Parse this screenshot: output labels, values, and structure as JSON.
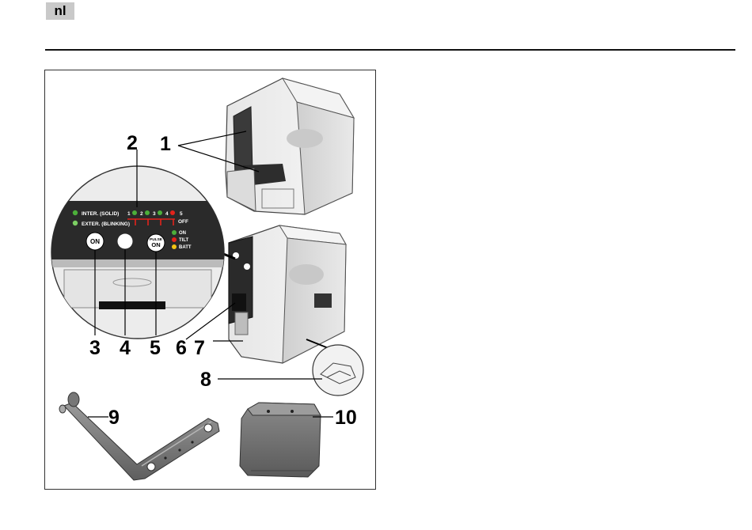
{
  "header": {
    "language_tab": "nl"
  },
  "figure": {
    "callouts": [
      "1",
      "2",
      "3",
      "4",
      "5",
      "6",
      "7",
      "8",
      "9",
      "10"
    ],
    "panel": {
      "inter_label": "INTER. (SOLID)",
      "exter_label": "EXTER. (BLINKING)",
      "mode_numbers": [
        "1",
        "2",
        "3",
        "4",
        "5"
      ],
      "off_label": "OFF",
      "on_button": "ON",
      "pulse_label": "PULSE",
      "pulse_on": "ON",
      "status_on": "ON",
      "status_tilt": "TILT",
      "status_batt": "BATT"
    },
    "colors": {
      "led_green": "#4caf3a",
      "led_red": "#e3231b",
      "led_yellow": "#f2c414",
      "panel_bg": "#2a2a2a"
    }
  }
}
